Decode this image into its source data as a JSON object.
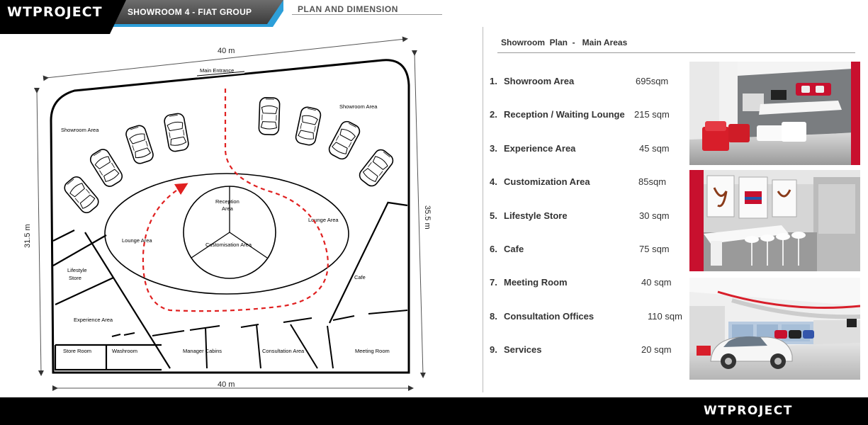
{
  "header": {
    "logo": "WTPROJECT",
    "title": "SHOWROOM  4 -  FIAT GROUP",
    "subtitle": "PLAN AND DIMENSION"
  },
  "plan": {
    "dim_top": "40 m",
    "dim_bottom": "40 m",
    "dim_left": "31.5 m",
    "dim_right": "35.5 m",
    "labels": {
      "main_entrance": "Main Entrance",
      "showroom_area_left": "Showroom Area",
      "showroom_area_right": "Showroom Area",
      "reception_1": "Reception",
      "reception_2": "Area",
      "customisation": "Customisation Area",
      "lounge_left": "Lounge Area",
      "lounge_right": "Lounge Area",
      "lifestyle_1": "Lifestyle",
      "lifestyle_2": "Store",
      "cafe": "Cafe",
      "experience": "Experience Area",
      "store_room": "Store Room",
      "washroom": "Washroom",
      "manager_cabins": "Manager Cabins",
      "consultation": "Consultation Area",
      "meeting_room": "Meeting Room"
    },
    "accent_color": "#e02020"
  },
  "panel": {
    "title": "Showroom  Plan  -   Main Areas",
    "areas": [
      {
        "num": "1.",
        "name": "Showroom Area",
        "size": "695sqm"
      },
      {
        "num": "2.",
        "name": "Reception / Waiting Lounge",
        "size": "215 sqm"
      },
      {
        "num": "3.",
        "name": "Experience Area",
        "size": "45 sqm"
      },
      {
        "num": "4.",
        "name": "Customization Area",
        "size": "85sqm"
      },
      {
        "num": "5.",
        "name": "Lifestyle Store",
        "size": "30 sqm"
      },
      {
        "num": "6.",
        "name": "Cafe",
        "size": "75 sqm"
      },
      {
        "num": "7.",
        "name": "Meeting Room",
        "size": "40 sqm"
      },
      {
        "num": "8.",
        "name": "Consultation Offices",
        "size": "110 sqm"
      },
      {
        "num": "9.",
        "name": "Services",
        "size": "20 sqm"
      }
    ]
  },
  "footer": {
    "logo": "WTPROJECT"
  }
}
